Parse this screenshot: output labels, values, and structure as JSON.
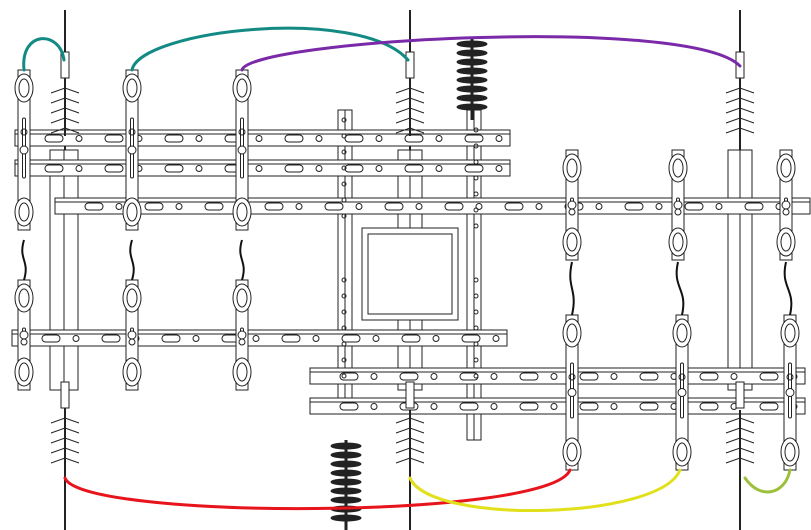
{
  "title": "",
  "diagram": {
    "kind": "switchgear-mounting-drawing",
    "background": "#ffffff",
    "line_color": "#222222",
    "components": {
      "vertical_posts": 4,
      "horizontal_beams": 6,
      "cable_insulators": 6,
      "stacked_insulators": 2,
      "arrester_assemblies": 9,
      "mounting_plate": 1
    },
    "wires": [
      {
        "id": "wire-teal",
        "color": "#138a84"
      },
      {
        "id": "wire-purple",
        "color": "#7a2aa8"
      },
      {
        "id": "wire-red",
        "color": "#e8141c"
      },
      {
        "id": "wire-yellow",
        "color": "#e2e01a"
      },
      {
        "id": "wire-olive",
        "color": "#9cbf3c"
      }
    ]
  }
}
